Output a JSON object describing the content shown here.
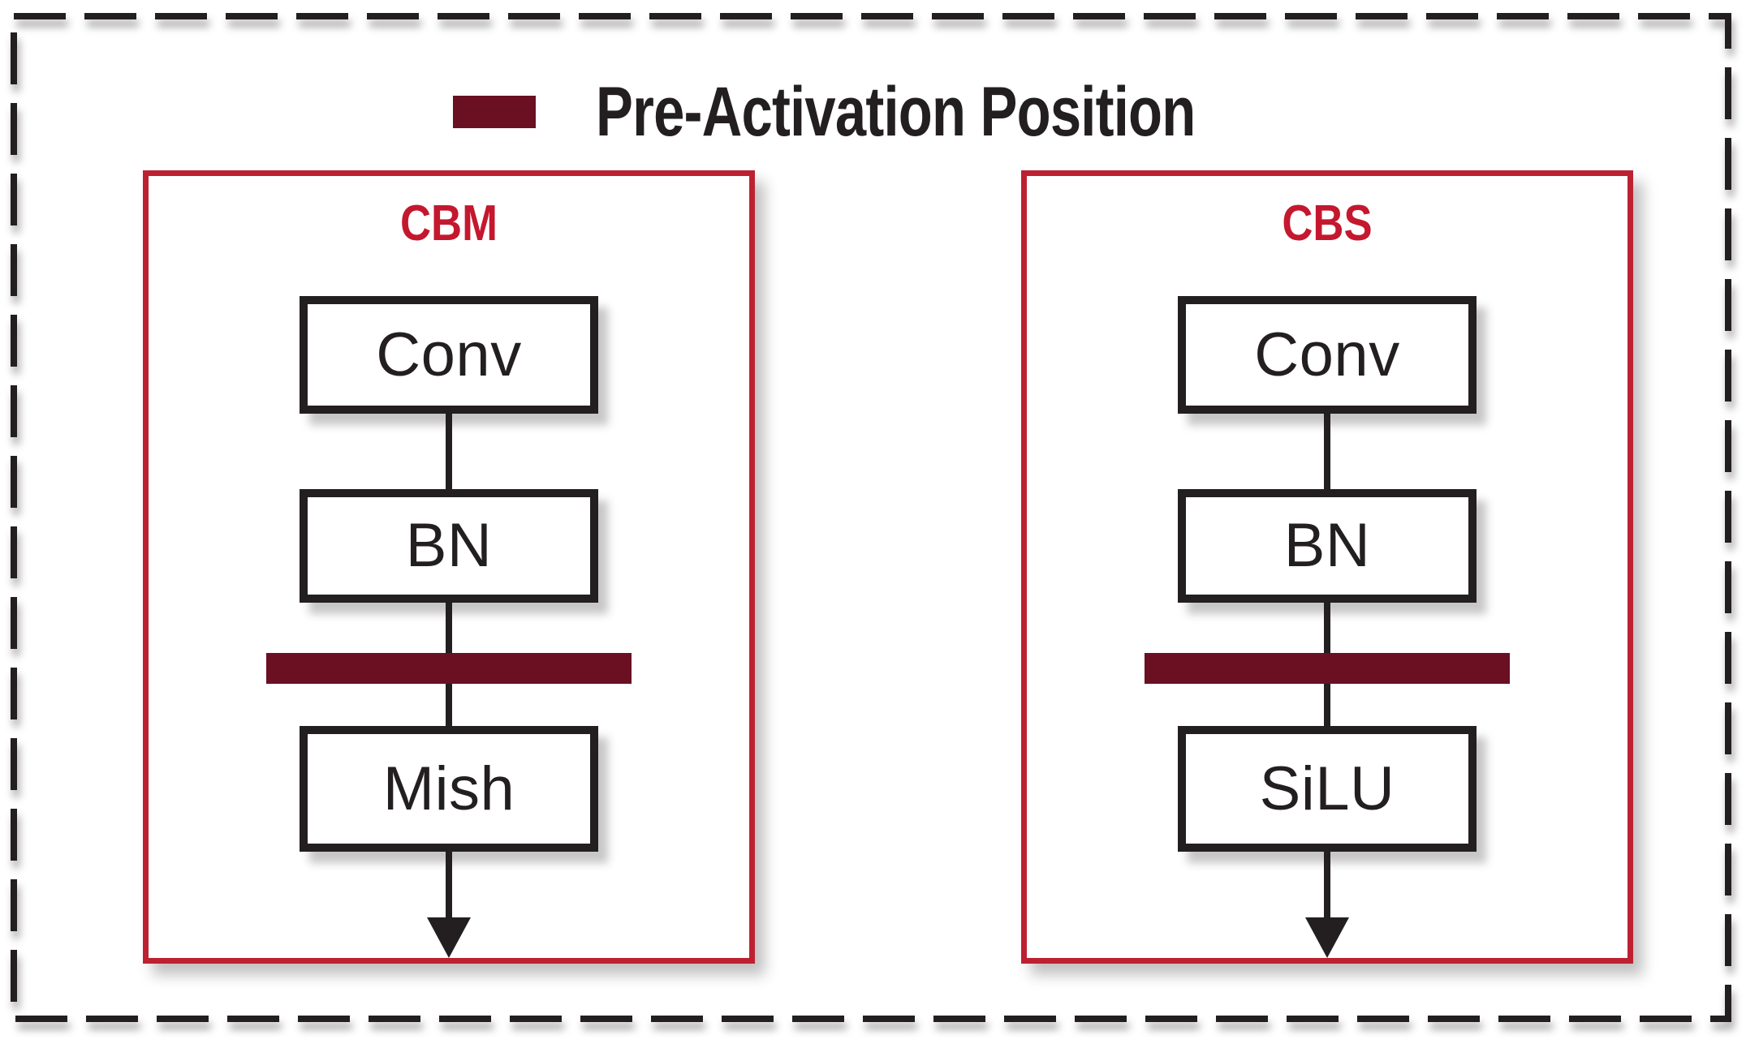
{
  "legend": {
    "label": "Pre-Activation Position",
    "swatch_color": "#6B0F22"
  },
  "panels": [
    {
      "title": "CBM",
      "blocks": [
        "Conv",
        "BN",
        "Mish"
      ]
    },
    {
      "title": "CBS",
      "blocks": [
        "Conv",
        "BN",
        "SiLU"
      ]
    }
  ],
  "colors": {
    "ink": "#231F20",
    "panel-border": "#BD2131",
    "panel-title": "#C4182F",
    "maroon": "#6B0F22",
    "background": "#FFFFFF"
  }
}
